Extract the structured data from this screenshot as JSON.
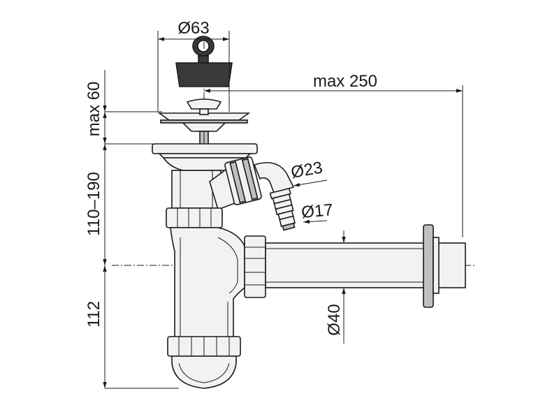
{
  "dimensions": {
    "stopper_diameter": "Ø63",
    "outlet_reach": "max 250",
    "stopper_height": "max 60",
    "adjustable_height": "110–190",
    "trap_depth": "112",
    "hose_connector_large": "Ø23",
    "hose_connector_small": "Ø17",
    "outlet_pipe_diameter": "Ø40"
  }
}
